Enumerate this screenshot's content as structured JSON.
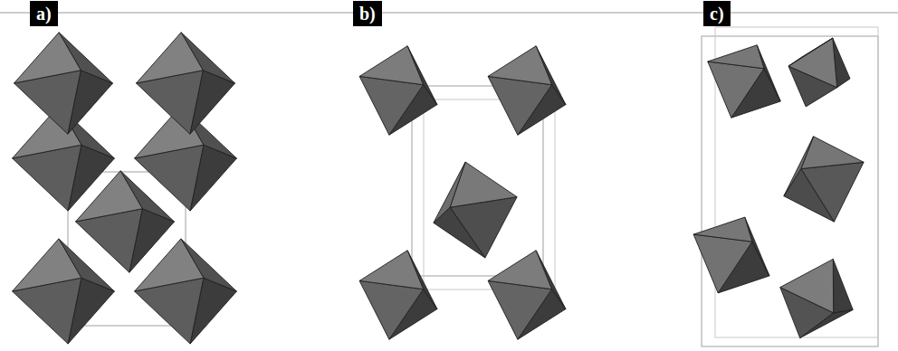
{
  "diagram": {
    "nodes": [
      {
        "text": [
          "a)"
        ]
      },
      {
        "text": [
          "b)"
        ]
      },
      {
        "text": [
          "c)"
        ]
      }
    ]
  }
}
